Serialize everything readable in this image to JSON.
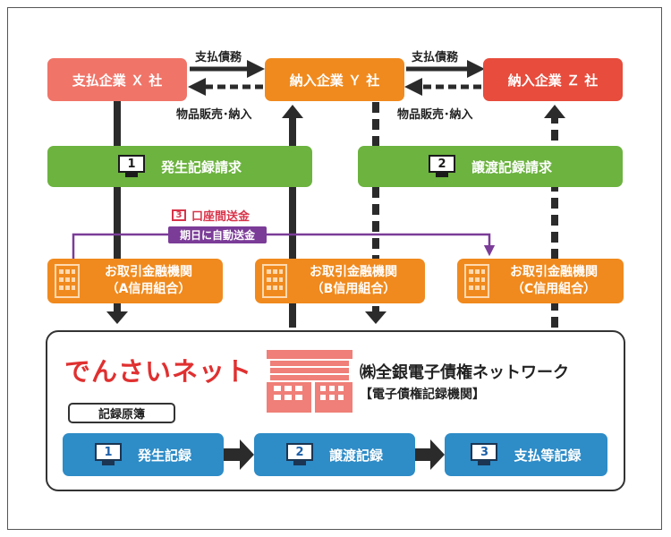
{
  "companies": {
    "x": {
      "label": "支払企業 Ｘ 社",
      "color": "#f07468"
    },
    "y": {
      "label": "納入企業 Ｙ 社",
      "color": "#f08a1e"
    },
    "z": {
      "label": "納入企業 Ｚ 社",
      "color": "#e74c3c"
    }
  },
  "flows": {
    "debt_left": "支払債務",
    "goods_left": "物品販売･納入",
    "debt_right": "支払債務",
    "goods_right": "物品販売･納入"
  },
  "requests": {
    "issue": {
      "number": "1",
      "label": "発生記録請求"
    },
    "transfer": {
      "number": "2",
      "label": "譲渡記録請求"
    }
  },
  "account_transfer": {
    "number": "3",
    "label": "口座間送金",
    "sub_label": "期日に自動送金"
  },
  "banks": {
    "a": {
      "line1": "お取引金融機関",
      "line2": "（A信用組合）"
    },
    "b": {
      "line1": "お取引金融機関",
      "line2": "（B信用組合）"
    },
    "c": {
      "line1": "お取引金融機関",
      "line2": "（C信用組合）"
    }
  },
  "network": {
    "logo": "でんさいネット",
    "org_name": "㈱全銀電子債権ネットワーク",
    "org_role": "【電子債権記録機関】",
    "ledger_label": "記録原簿",
    "records": [
      {
        "number": "1",
        "label": "発生記録"
      },
      {
        "number": "2",
        "label": "譲渡記録"
      },
      {
        "number": "3",
        "label": "支払等記録"
      }
    ]
  },
  "colors": {
    "green": "#6cb33f",
    "orange": "#f08a1e",
    "blue": "#2e8cc7",
    "purple": "#7b3c98",
    "red_text": "#e03030"
  }
}
